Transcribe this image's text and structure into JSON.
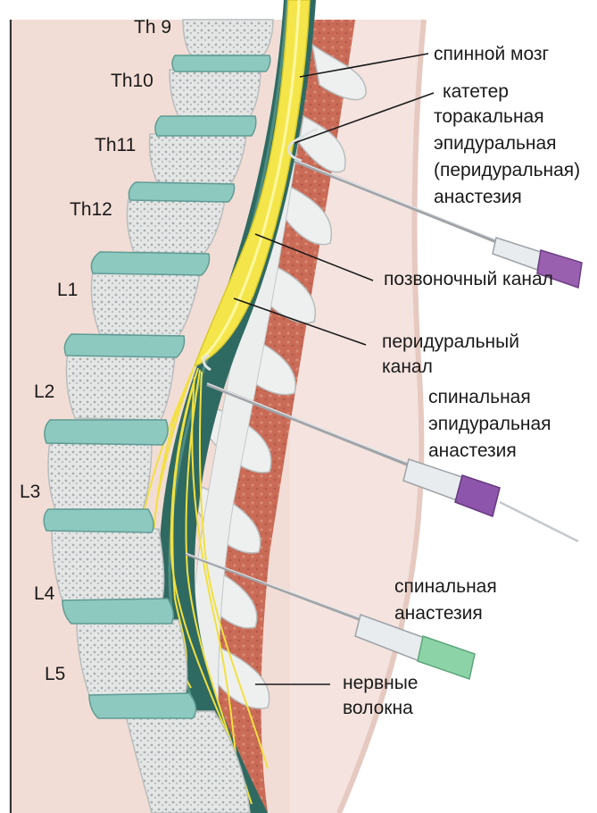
{
  "vertebrae": [
    {
      "id": "th9",
      "label": "Th 9"
    },
    {
      "id": "th10",
      "label": "Th10"
    },
    {
      "id": "th11",
      "label": "Th11"
    },
    {
      "id": "th12",
      "label": "Th12"
    },
    {
      "id": "l1",
      "label": "L1"
    },
    {
      "id": "l2",
      "label": "L2"
    },
    {
      "id": "l3",
      "label": "L3"
    },
    {
      "id": "l4",
      "label": "L4"
    },
    {
      "id": "l5",
      "label": "L5"
    }
  ],
  "annotations": {
    "spinal_cord": "спинной мозг",
    "catheter": "катетер",
    "thoracic_epidural": [
      "торакальная",
      "эпидуральная",
      "(перидуральная)",
      "анастезия"
    ],
    "spinal_canal": "позвоночный канал",
    "peridural_canal": [
      "перидуральный",
      "канал"
    ],
    "spinal_epidural": [
      "спинальная",
      "эпидуральная",
      "анастезия"
    ],
    "spinal_anesthesia": [
      "спинальная",
      "анастезия"
    ],
    "nerve_fibers": [
      "нервные",
      "волокна"
    ]
  },
  "colors": {
    "background": "#ffffff",
    "skin": "#f3e2dc",
    "muscle": "#c86a55",
    "bone": "#eef0f0",
    "disc": "#8ec9c0",
    "canal": "#2f6a62",
    "cord": "#f4e64a",
    "nerve": "#f2e040",
    "needle": "#a0a4a8",
    "hub_thoracic": "#9a60b0",
    "hub_spinal_epidural": "#8d55ac",
    "hub_spinal": "#8cd4a8"
  }
}
